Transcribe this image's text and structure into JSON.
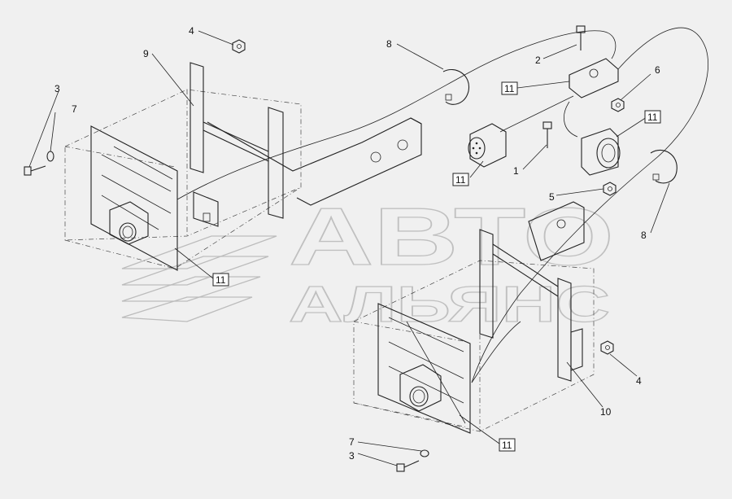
{
  "watermark": {
    "line1": "АВТО",
    "line2": "АЛЬЯНС"
  },
  "callouts": {
    "c1": "1",
    "c2": "2",
    "c3a": "3",
    "c3b": "3",
    "c4a": "4",
    "c4b": "4",
    "c5": "5",
    "c6": "6",
    "c7a": "7",
    "c7b": "7",
    "c8a": "8",
    "c8b": "8",
    "c9": "9",
    "c10": "10",
    "box11a": "11",
    "box11b": "11",
    "box11c": "11",
    "box11d": "11",
    "box11e": "11"
  }
}
